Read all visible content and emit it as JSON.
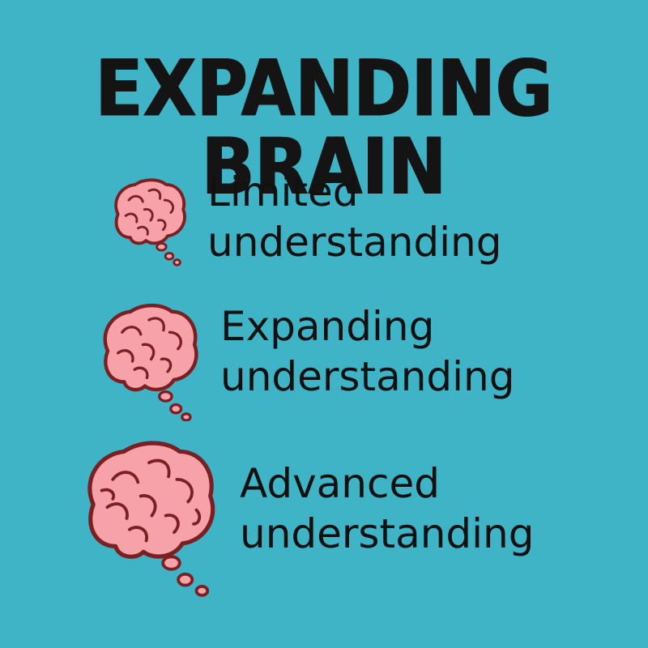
{
  "title": "EXPANDING BRAIN",
  "items": [
    {
      "line1": "Limited",
      "line2": "understanding",
      "icon": "brain-icon-small"
    },
    {
      "line1": "Expanding",
      "line2": "understanding",
      "icon": "brain-icon-medium"
    },
    {
      "line1": "Advanced",
      "line2": "understanding",
      "icon": "brain-icon-large"
    }
  ],
  "colors": {
    "background": "#3fb4c6",
    "brain_fill": "#f6a2a8",
    "brain_outline": "#7a1f22",
    "text": "#111111"
  }
}
